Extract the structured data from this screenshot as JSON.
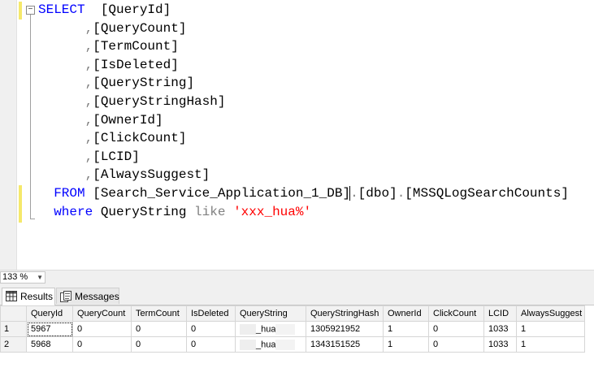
{
  "editor": {
    "lines": [
      {
        "parts": [
          {
            "t": "SELECT",
            "c": "kw"
          },
          {
            "t": "  [QueryId]",
            "c": ""
          }
        ]
      },
      {
        "parts": [
          {
            "t": "      ,",
            "c": "op"
          },
          {
            "t": "[QueryCount]",
            "c": ""
          }
        ]
      },
      {
        "parts": [
          {
            "t": "      ,",
            "c": "op"
          },
          {
            "t": "[TermCount]",
            "c": ""
          }
        ]
      },
      {
        "parts": [
          {
            "t": "      ,",
            "c": "op"
          },
          {
            "t": "[IsDeleted]",
            "c": ""
          }
        ]
      },
      {
        "parts": [
          {
            "t": "      ,",
            "c": "op"
          },
          {
            "t": "[QueryString]",
            "c": ""
          }
        ]
      },
      {
        "parts": [
          {
            "t": "      ,",
            "c": "op"
          },
          {
            "t": "[QueryStringHash]",
            "c": ""
          }
        ]
      },
      {
        "parts": [
          {
            "t": "      ,",
            "c": "op"
          },
          {
            "t": "[OwnerId]",
            "c": ""
          }
        ]
      },
      {
        "parts": [
          {
            "t": "      ,",
            "c": "op"
          },
          {
            "t": "[ClickCount]",
            "c": ""
          }
        ]
      },
      {
        "parts": [
          {
            "t": "      ,",
            "c": "op"
          },
          {
            "t": "[LCID]",
            "c": ""
          }
        ]
      },
      {
        "parts": [
          {
            "t": "      ,",
            "c": "op"
          },
          {
            "t": "[AlwaysSuggest]",
            "c": ""
          }
        ]
      },
      {
        "parts": [
          {
            "t": "  FROM",
            "c": "kw"
          },
          {
            "t": " [Search_Service_Application_1_DB]",
            "c": ""
          },
          {
            "t": ".",
            "c": "op"
          },
          {
            "t": "[dbo]",
            "c": ""
          },
          {
            "t": ".",
            "c": "op"
          },
          {
            "t": "[MSSQLogSearchCounts]",
            "c": ""
          }
        ]
      },
      {
        "parts": [
          {
            "t": "  where",
            "c": "kw"
          },
          {
            "t": " QueryString ",
            "c": ""
          },
          {
            "t": "like",
            "c": "op"
          },
          {
            "t": " ",
            "c": ""
          },
          {
            "t": "'xxx_hua%'",
            "c": "str"
          }
        ]
      }
    ]
  },
  "zoom": {
    "value": "133 %"
  },
  "tabs": {
    "results": "Results",
    "messages": "Messages"
  },
  "grid": {
    "columns": [
      "QueryId",
      "QueryCount",
      "TermCount",
      "IsDeleted",
      "QueryString",
      "QueryStringHash",
      "OwnerId",
      "ClickCount",
      "LCID",
      "AlwaysSuggest"
    ],
    "rows": [
      {
        "num": "1",
        "QueryId": "5967",
        "QueryCount": "0",
        "TermCount": "0",
        "IsDeleted": "0",
        "QueryString": "_hua",
        "QueryStringHash": "1305921952",
        "OwnerId": "1",
        "ClickCount": "0",
        "LCID": "1033",
        "AlwaysSuggest": "1"
      },
      {
        "num": "2",
        "QueryId": "5968",
        "QueryCount": "0",
        "TermCount": "0",
        "IsDeleted": "0",
        "QueryString": "_hua",
        "QueryStringHash": "1343151525",
        "OwnerId": "1",
        "ClickCount": "0",
        "LCID": "1033",
        "AlwaysSuggest": "1"
      }
    ]
  }
}
